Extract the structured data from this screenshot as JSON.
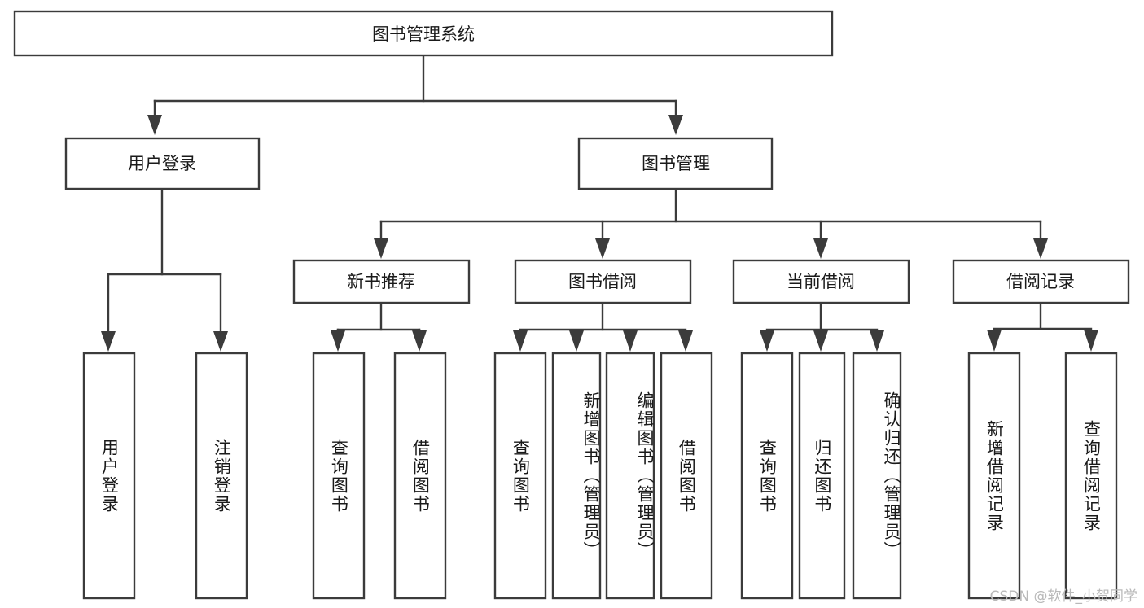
{
  "diagram": {
    "type": "tree",
    "title": "图书管理系统",
    "watermark": "CSDN @软件_小贺同学",
    "colors": {
      "stroke": "#3b3b3b",
      "fill": "#ffffff",
      "text": "#1a1a1a",
      "watermark": "#b9b9b9"
    },
    "root": {
      "label": "图书管理系统"
    },
    "level2": [
      {
        "label": "用户登录"
      },
      {
        "label": "图书管理"
      }
    ],
    "level3": [
      {
        "label": "新书推荐"
      },
      {
        "label": "图书借阅"
      },
      {
        "label": "当前借阅"
      },
      {
        "label": "借阅记录"
      }
    ],
    "leaves": {
      "user_login": [
        {
          "label": "用户登录"
        },
        {
          "label": "注销登录"
        }
      ],
      "new_book_recommend": [
        {
          "label": "查询图书"
        },
        {
          "label": "借阅图书"
        }
      ],
      "book_borrow": [
        {
          "label": "查询图书"
        },
        {
          "label": "新增图书（管理员）"
        },
        {
          "label": "编辑图书（管理员）"
        },
        {
          "label": "借阅图书"
        }
      ],
      "current_borrow": [
        {
          "label": "查询图书"
        },
        {
          "label": "归还图书"
        },
        {
          "label": "确认归还（管理员）"
        }
      ],
      "borrow_records": [
        {
          "label": "新增借阅记录"
        },
        {
          "label": "查询借阅记录"
        }
      ]
    }
  }
}
